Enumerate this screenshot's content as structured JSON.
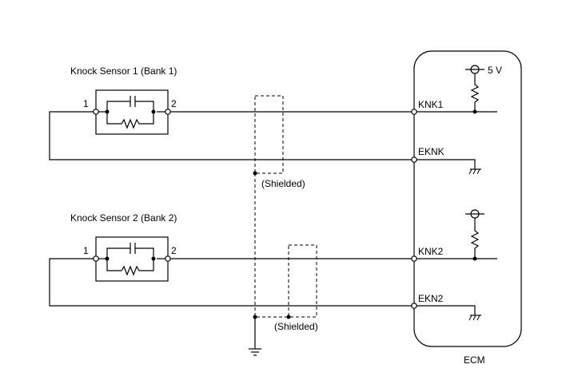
{
  "diagram": {
    "sensor1_label": "Knock Sensor 1 (Bank 1)",
    "sensor2_label": "Knock Sensor 2 (Bank 2)",
    "pin1": "1",
    "pin2": "2",
    "ecm_label": "ECM",
    "voltage_label": "5 V",
    "terminals": [
      "KNK1",
      "EKNK",
      "KNK2",
      "EKN2"
    ],
    "shield_label": "(Shielded)"
  }
}
